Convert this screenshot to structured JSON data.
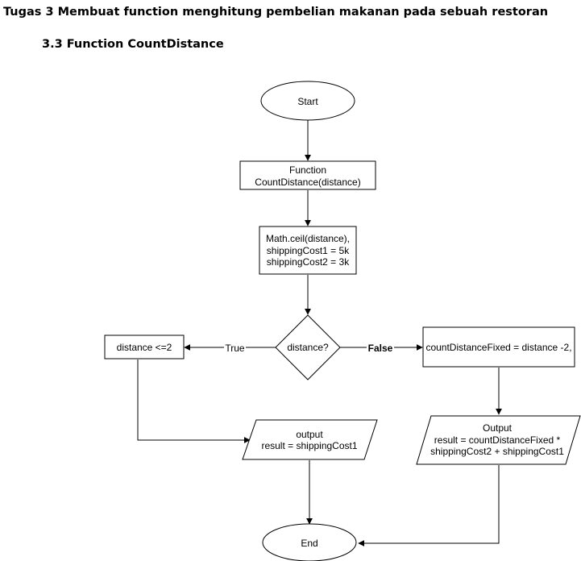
{
  "header": {
    "title": "Tugas 3 Membuat function menghitung pembelian makanan pada sebuah restoran",
    "subtitle": "3.3 Function CountDistance"
  },
  "diagram": {
    "start": "Start",
    "function_box": [
      "Function",
      "CountDistance(distance)"
    ],
    "init_box": [
      "Math.ceil(distance),",
      "shippingCost1 = 5k",
      "shippingCost2 = 3k"
    ],
    "decision": "distance?",
    "true_label": "True",
    "false_label": "False",
    "true_box": "distance <=2",
    "false_box": "countDistanceFixed = distance -2,",
    "output_left": [
      "output",
      "result = shippingCost1"
    ],
    "output_right": [
      "Output",
      "result = countDistanceFixed *",
      "shippingCost2 + shippingCost1"
    ],
    "end": "End"
  }
}
